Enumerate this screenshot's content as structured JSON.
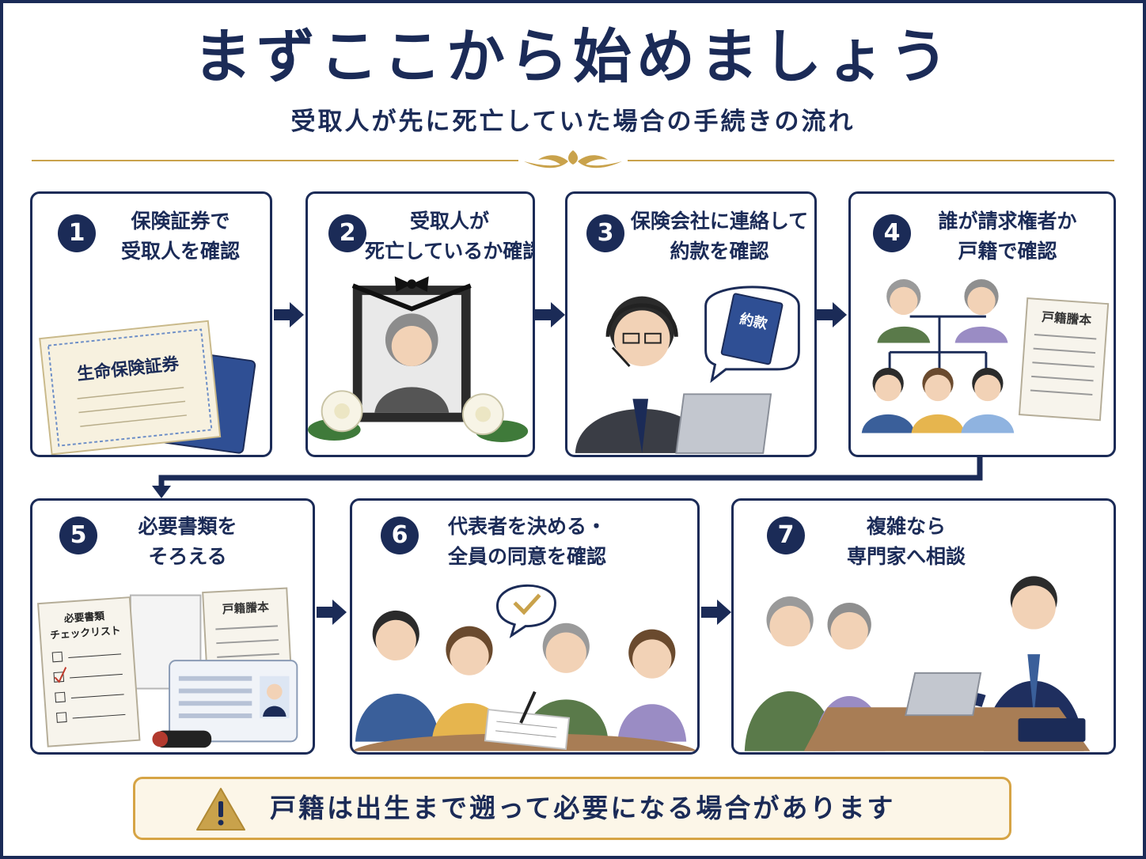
{
  "header": {
    "title": "まずここから始めましょう",
    "subtitle": "受取人が先に死亡していた場合の手続きの流れ"
  },
  "steps": [
    {
      "number": "1",
      "label_line1": "保険証券で",
      "label_line2": "受取人を確認",
      "art_text": "生命保険証券"
    },
    {
      "number": "2",
      "label_line1": "受取人が",
      "label_line2": "死亡しているか確認"
    },
    {
      "number": "3",
      "label_line1": "保険会社に連絡して",
      "label_line2": "約款を確認",
      "art_text": "約款"
    },
    {
      "number": "4",
      "label_line1": "誰が請求権者か",
      "label_line2": "戸籍で確認",
      "art_text": "戸籍謄本"
    },
    {
      "number": "5",
      "label_line1": "必要書類を",
      "label_line2": "そろえる",
      "art_text_line1": "必要書類",
      "art_text_line2": "チェックリスト",
      "art_text_doc": "戸籍謄本"
    },
    {
      "number": "6",
      "label_line1": "代表者を決める・",
      "label_line2": "全員の同意を確認"
    },
    {
      "number": "7",
      "label_line1": "複雑なら",
      "label_line2": "専門家へ相談"
    }
  ],
  "warning": {
    "text": "戸籍は出生まで遡って必要になる場合があります",
    "icon": "warning-triangle-icon"
  },
  "colors": {
    "navy": "#1b2b57",
    "gold": "#c9a24b",
    "warning_bg": "#fcf6e8",
    "warning_border": "#d6a445"
  }
}
